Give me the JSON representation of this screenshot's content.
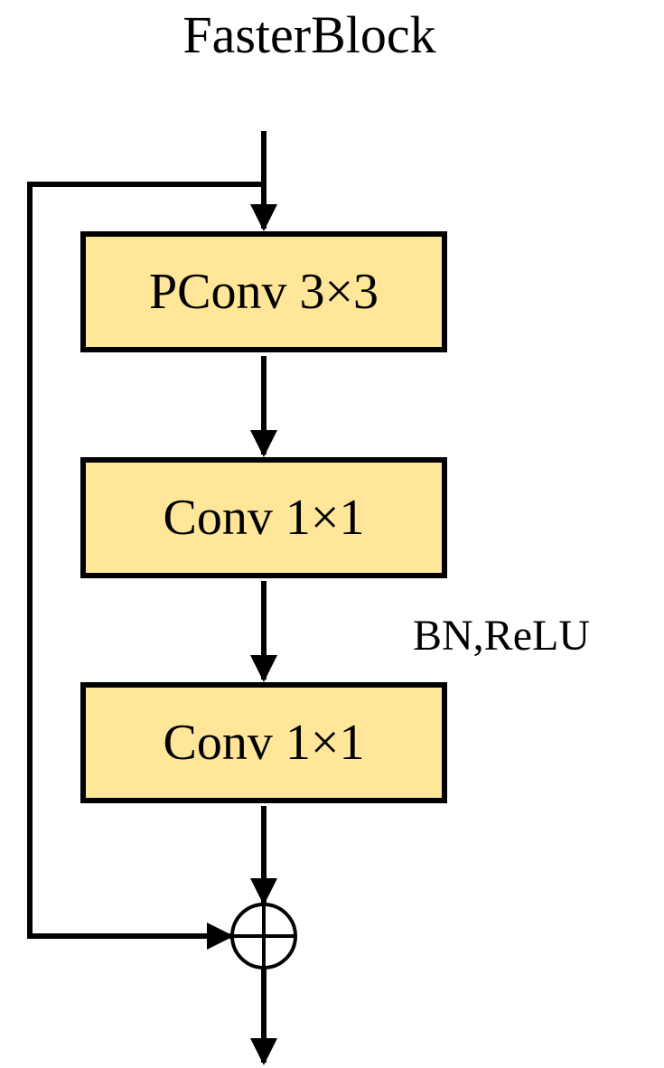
{
  "title": "FasterBlock",
  "colors": {
    "block_fill": "#FFE699",
    "stroke": "#000000"
  },
  "blocks": [
    {
      "label": "PConv 3×3"
    },
    {
      "label": "Conv 1×1"
    },
    {
      "label": "Conv 1×1"
    }
  ],
  "annotation": "BN,ReLU",
  "merge_symbol": "add-circle-icon"
}
